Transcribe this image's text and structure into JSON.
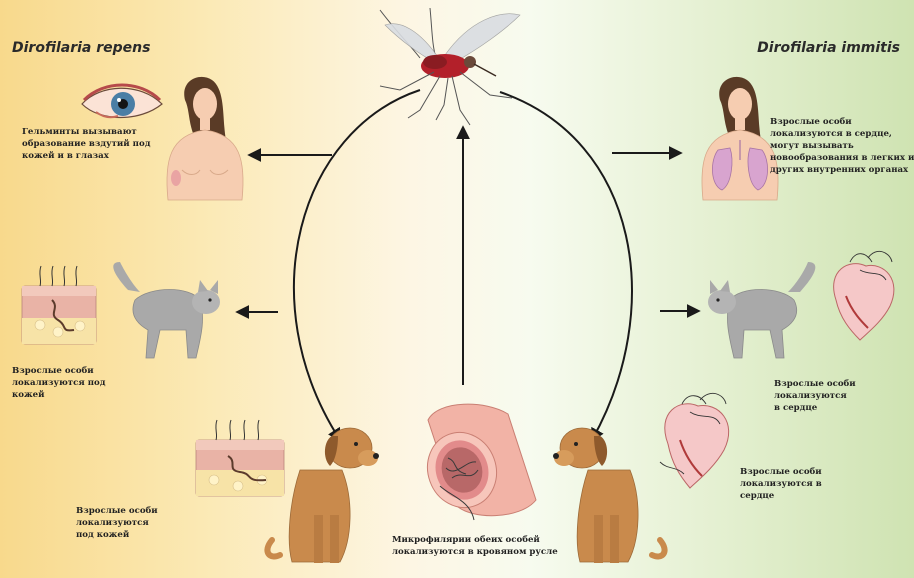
{
  "titles": {
    "left": "Dirofilaria repens",
    "right": "Dirofilaria immitis"
  },
  "captions": {
    "human_left": [
      "Гельминты вызывают",
      "образование вздутий под",
      "кожей и в глазах"
    ],
    "cat_left": [
      "Взрослые особи",
      "локализуются под",
      "кожей"
    ],
    "dog_left": [
      "Взрослые особи",
      "локализуются",
      "под кожей"
    ],
    "center": [
      "Микрофилярии обеих особей",
      "локализуются в кровяном русле"
    ],
    "human_right": [
      "Взрослые особи",
      "локализуются в сердце,",
      "могут вызывать",
      "новообразования в легких и",
      "других внутренних органах"
    ],
    "cat_right": [
      "Взрослые особи",
      "локализуются",
      "в сердце"
    ],
    "dog_right": [
      "Взрослые особи",
      "локализуются в",
      "сердце"
    ]
  },
  "icons": [
    "mosquito-icon",
    "eye-icon",
    "human-figure-icon",
    "skin-section-icon",
    "cat-icon",
    "dog-icon",
    "blood-vessel-icon",
    "heart-icon"
  ],
  "colors": {
    "background_left": "#f8d98c",
    "background_right": "#cfe3b2",
    "arrow": "#1a1a1a",
    "dog_fur": "#c98a4c",
    "cat_fur": "#a9a9a9",
    "skin": "#f6cdb1",
    "vessel": "#f2b3a6"
  }
}
